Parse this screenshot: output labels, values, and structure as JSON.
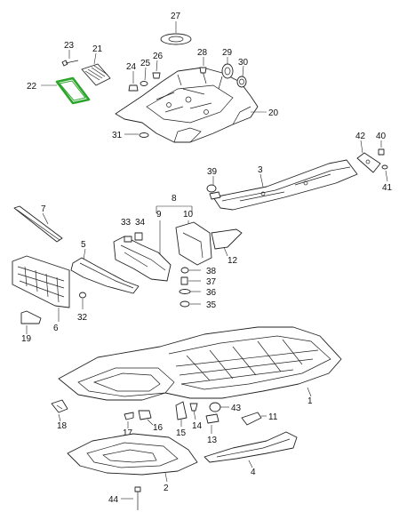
{
  "callouts": {
    "c1": "1",
    "c2": "2",
    "c3": "3",
    "c4": "4",
    "c5": "5",
    "c6": "6",
    "c7": "7",
    "c8": "8",
    "c9": "9",
    "c10": "10",
    "c11": "11",
    "c12": "12",
    "c13": "13",
    "c14": "14",
    "c15": "15",
    "c16": "16",
    "c17": "17",
    "c18": "18",
    "c19": "19",
    "c20": "20",
    "c21": "21",
    "c22": "22",
    "c23": "23",
    "c24": "24",
    "c25": "25",
    "c26": "26",
    "c27": "27",
    "c28": "28",
    "c29": "29",
    "c30": "30",
    "c31": "31",
    "c32": "32",
    "c33": "33",
    "c34": "34",
    "c35": "35",
    "c36": "36",
    "c37": "37",
    "c38": "38",
    "c39": "39",
    "c40": "40",
    "c41": "41",
    "c42": "42",
    "c43": "43",
    "c44": "44"
  },
  "highlight_color": "#2aa52a",
  "highlighted_part": "22"
}
